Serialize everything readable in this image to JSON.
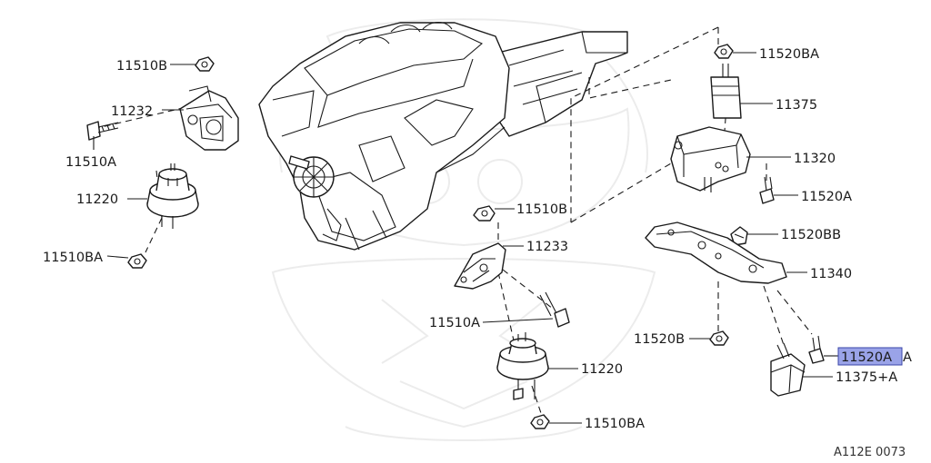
{
  "diagram": {
    "watermark": "samurai-crest-watermark",
    "labels": {
      "l_11510B_top": "11510B",
      "l_11232": "11232",
      "l_11510A_left": "11510A",
      "l_11220_left": "11220",
      "l_11510BA_left": "11510BA",
      "l_11510B_mid": "11510B",
      "l_11233": "11233",
      "l_11510A_mid": "11510A",
      "l_11220_mid": "11220",
      "l_11510BA_mid": "11510BA",
      "l_11520BA": "11520BA",
      "l_11375": "11375",
      "l_11320": "11320",
      "l_11520A": "11520A",
      "l_11520BB": "11520BB",
      "l_11340": "11340",
      "l_11520B": "11520B",
      "l_11520AA_hl": "11520A",
      "l_11520AA_tail": "A",
      "l_11375A": "11375+A"
    },
    "figure_code": "A112E 0073",
    "highlight_color": "#9aa3e8"
  }
}
